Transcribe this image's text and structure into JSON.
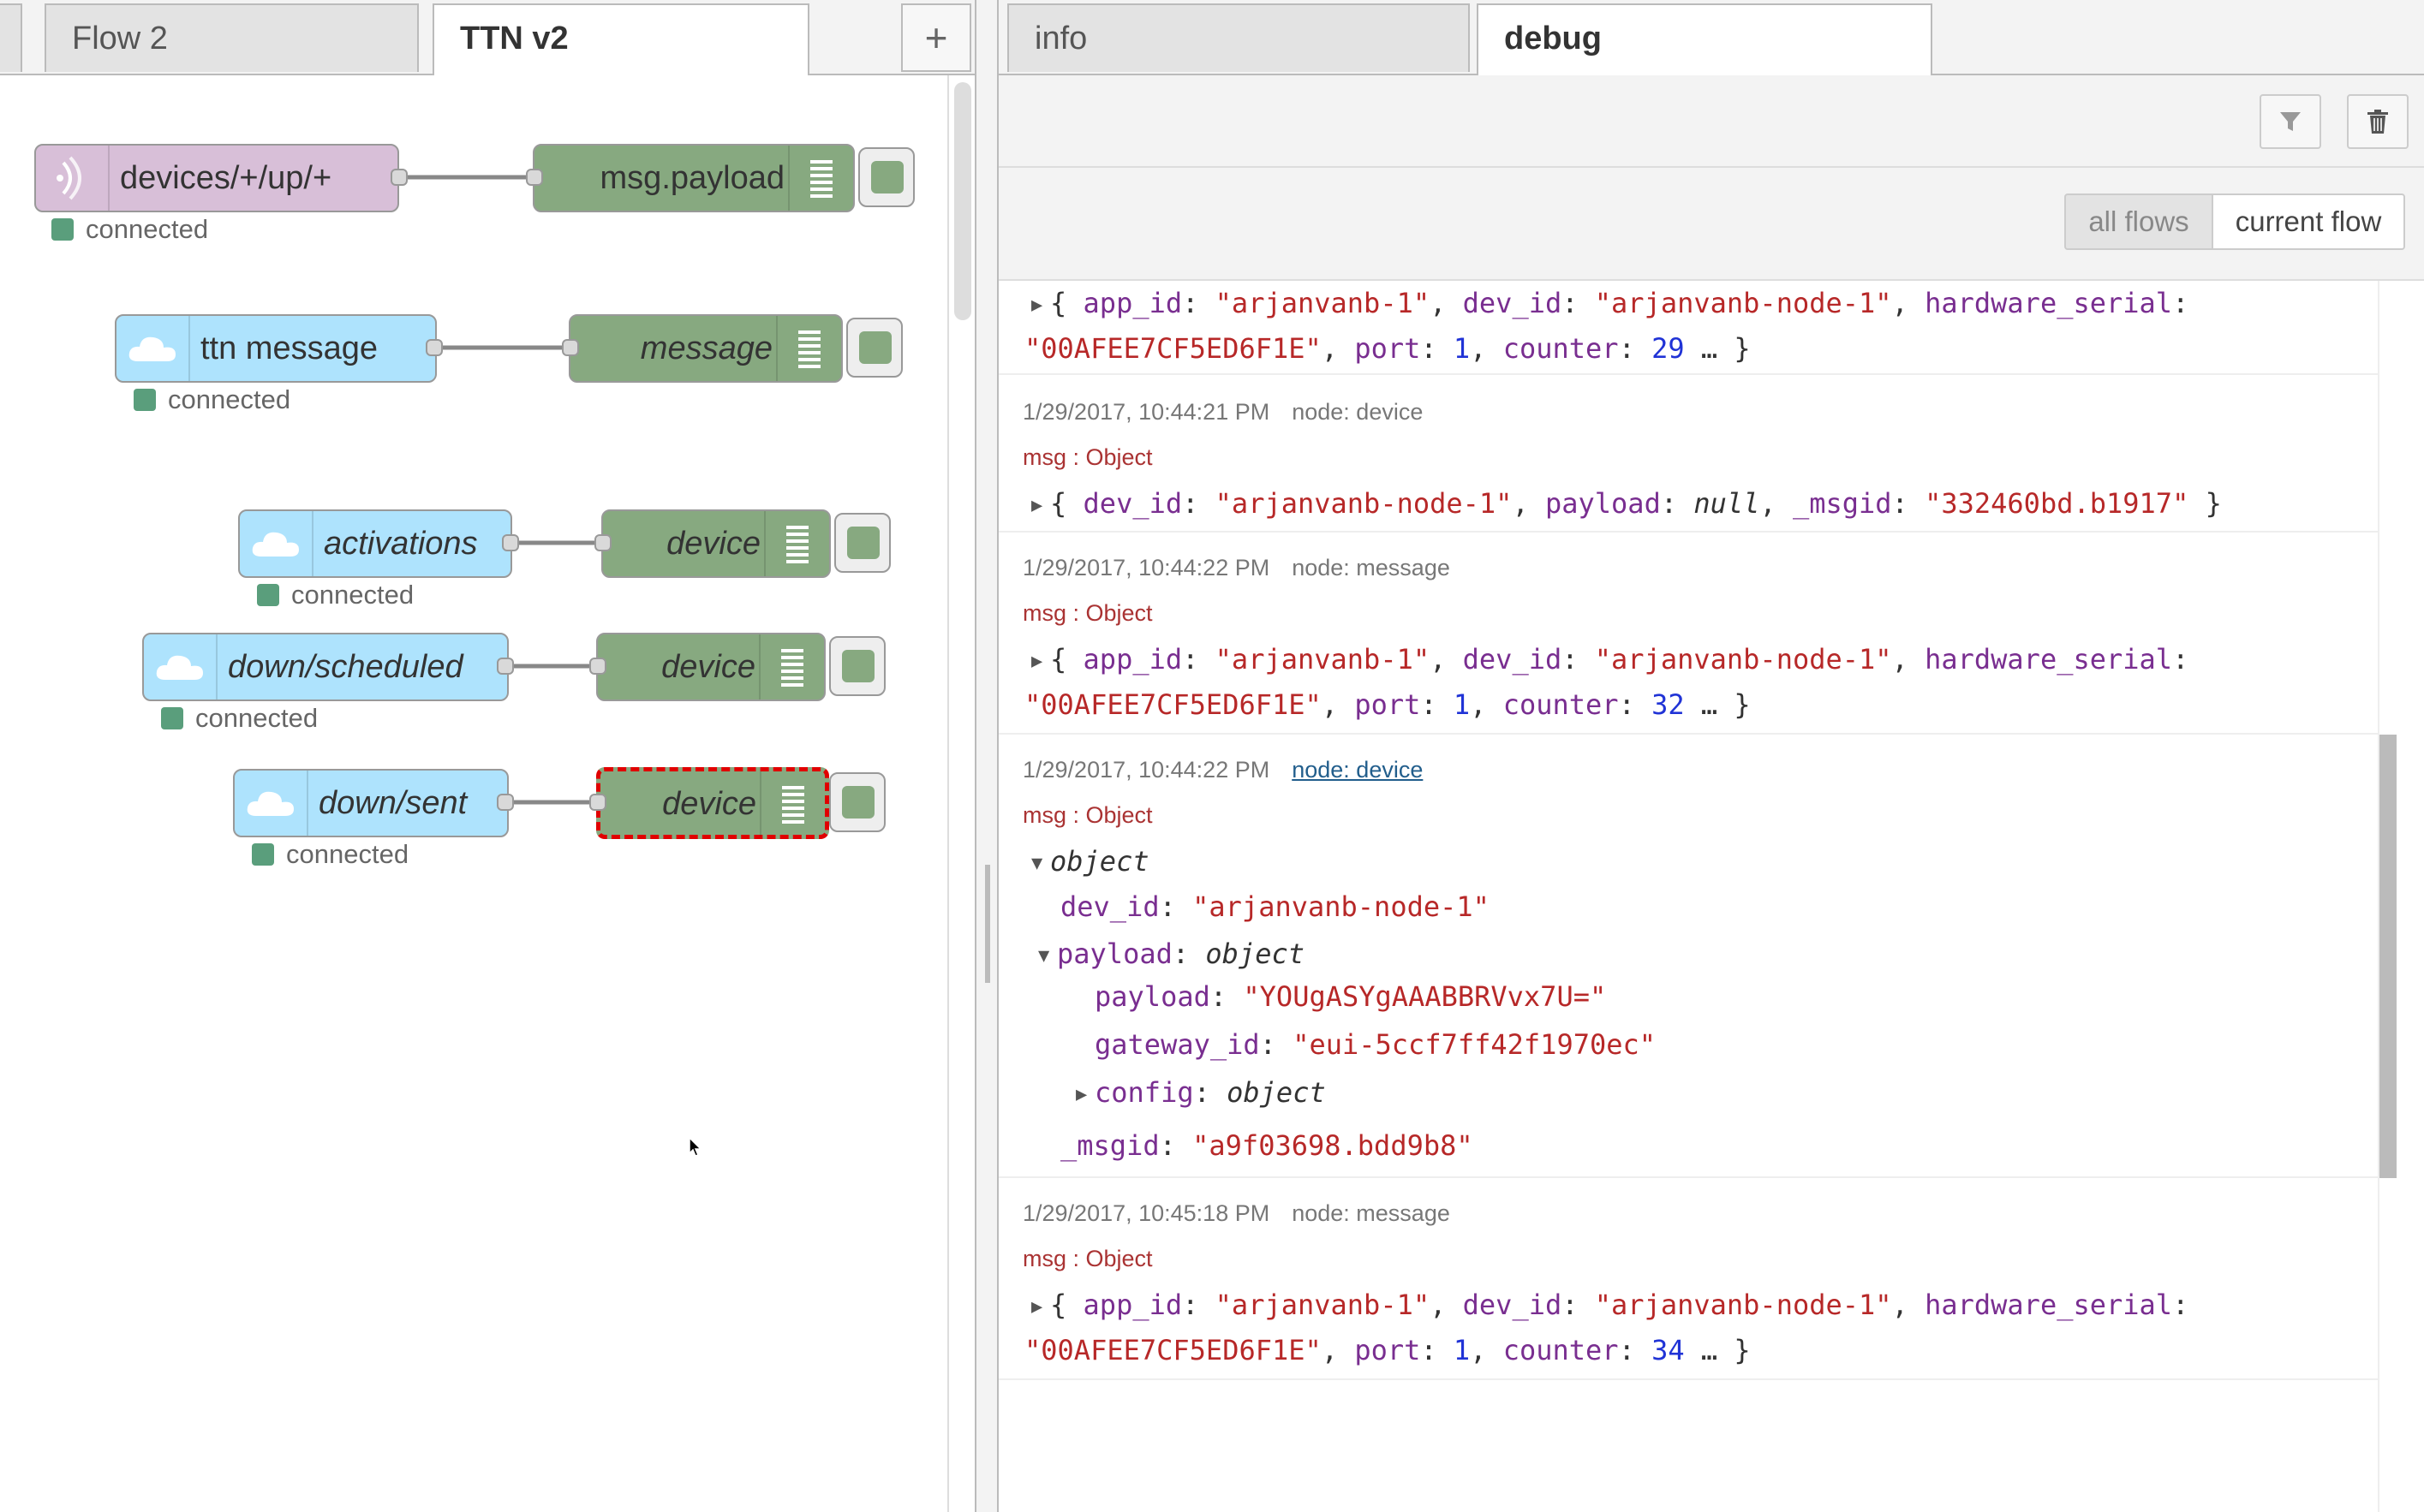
{
  "editor": {
    "tabs": [
      {
        "label": ""
      },
      {
        "label": "Flow 2"
      },
      {
        "label": "TTN v2"
      }
    ],
    "add_tab": "+",
    "nodes": {
      "n1": {
        "label": "devices/+/up/+",
        "status": "connected",
        "out": "msg.payload"
      },
      "n2": {
        "label": "ttn message",
        "status": "connected",
        "out": "message"
      },
      "n3": {
        "label": "activations",
        "status": "connected",
        "out": "device"
      },
      "n4": {
        "label": "down/scheduled",
        "status": "connected",
        "out": "device"
      },
      "n5": {
        "label": "down/sent",
        "status": "connected",
        "out": "device"
      }
    },
    "colors": {
      "mqtt": "#d8bfd8",
      "ttn": "#aee3fd",
      "debug": "#87a980",
      "status": "#5a9e7c"
    }
  },
  "sidebar": {
    "tabs": [
      {
        "label": "info"
      },
      {
        "label": "debug"
      }
    ],
    "filter_all": "all flows",
    "filter_current": "current flow",
    "icons": {
      "filter": "filter-icon",
      "clear": "trash-icon"
    },
    "messages": [
      {
        "l1": {
          "p1": "{ ",
          "k1": "app_id",
          "c1": ": ",
          "v1": "\"arjanvanb-1\"",
          "c2": ", ",
          "k2": "dev_id",
          "c3": ": ",
          "v2": "\"arjanvanb-node-1\"",
          "c4": ", ",
          "k3": "hardware_serial",
          "c5": ":"
        },
        "l2": {
          "v1": "\"00AFEE7CF5ED6F1E\"",
          "c1": ", ",
          "k1": "port",
          "c2": ": ",
          "n1": "1",
          "c3": ", ",
          "k2": "counter",
          "c4": ": ",
          "n2": "29",
          "c5": " … }"
        }
      },
      {
        "time": "1/29/2017, 10:44:21 PM",
        "node": "node: device",
        "topic": "msg : Object",
        "l1": {
          "p1": "{ ",
          "k1": "dev_id",
          "c1": ": ",
          "v1": "\"arjanvanb-node-1\"",
          "c2": ", ",
          "k2": "payload",
          "c3": ": ",
          "i1": "null",
          "c4": ", ",
          "k3": "_msgid",
          "c5": ": ",
          "v2": "\"332460bd.b1917\"",
          "c6": " }"
        }
      },
      {
        "time": "1/29/2017, 10:44:22 PM",
        "node": "node: message",
        "topic": "msg : Object",
        "l1": {
          "p1": "{ ",
          "k1": "app_id",
          "c1": ": ",
          "v1": "\"arjanvanb-1\"",
          "c2": ", ",
          "k2": "dev_id",
          "c3": ": ",
          "v2": "\"arjanvanb-node-1\"",
          "c4": ", ",
          "k3": "hardware_serial",
          "c5": ":"
        },
        "l2": {
          "v1": "\"00AFEE7CF5ED6F1E\"",
          "c1": ", ",
          "k1": "port",
          "c2": ": ",
          "n1": "1",
          "c3": ", ",
          "k2": "counter",
          "c4": ": ",
          "n2": "32",
          "c5": " … }"
        }
      },
      {
        "time": "1/29/2017, 10:44:22 PM",
        "node": "node: device",
        "topic": "msg : Object",
        "tree": {
          "root": "object",
          "dev_id_k": "dev_id",
          "dev_id_v": "\"arjanvanb-node-1\"",
          "payload_k": "payload",
          "payload_t": "object",
          "inner_payload_k": "payload",
          "inner_payload_v": "\"YOUgASYgAAABBRVvx7U=\"",
          "gateway_k": "gateway_id",
          "gateway_v": "\"eui-5ccf7ff42f1970ec\"",
          "config_k": "config",
          "config_t": "object",
          "msgid_k": "_msgid",
          "msgid_v": "\"a9f03698.bdd9b8\"",
          "colon": ": "
        }
      },
      {
        "time": "1/29/2017, 10:45:18 PM",
        "node": "node: message",
        "topic": "msg : Object",
        "l1": {
          "p1": "{ ",
          "k1": "app_id",
          "c1": ": ",
          "v1": "\"arjanvanb-1\"",
          "c2": ", ",
          "k2": "dev_id",
          "c3": ": ",
          "v2": "\"arjanvanb-node-1\"",
          "c4": ", ",
          "k3": "hardware_serial",
          "c5": ":"
        },
        "l2": {
          "v1": "\"00AFEE7CF5ED6F1E\"",
          "c1": ", ",
          "k1": "port",
          "c2": ": ",
          "n1": "1",
          "c3": ", ",
          "k2": "counter",
          "c4": ": ",
          "n2": "34",
          "c5": " … }"
        }
      }
    ]
  }
}
